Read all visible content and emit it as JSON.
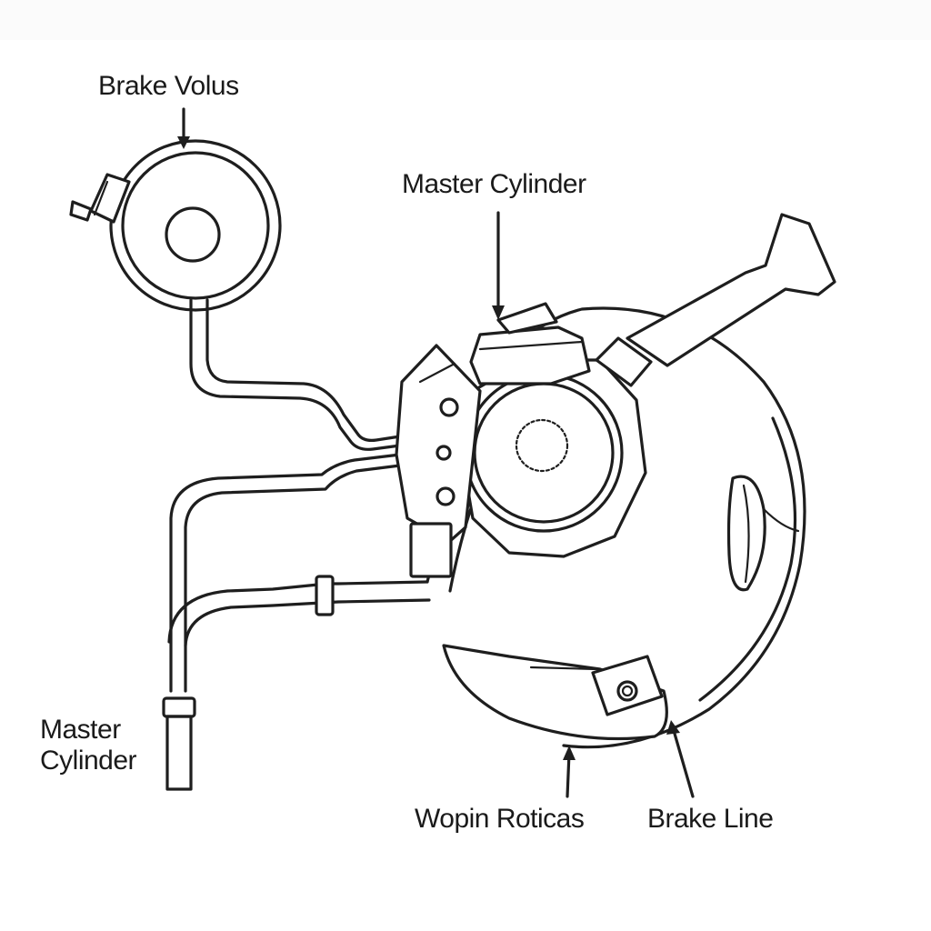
{
  "diagram": {
    "labels": {
      "brake_volus": "Brake Volus",
      "master_cylinder_top": "Master Cylinder",
      "master_cylinder_left": "Master\nCylinder",
      "wopin_roticas": "Wopin Roticas",
      "brake_line": "Brake Line"
    },
    "line_color": "#1e1e1e",
    "background": "#ffffff"
  }
}
